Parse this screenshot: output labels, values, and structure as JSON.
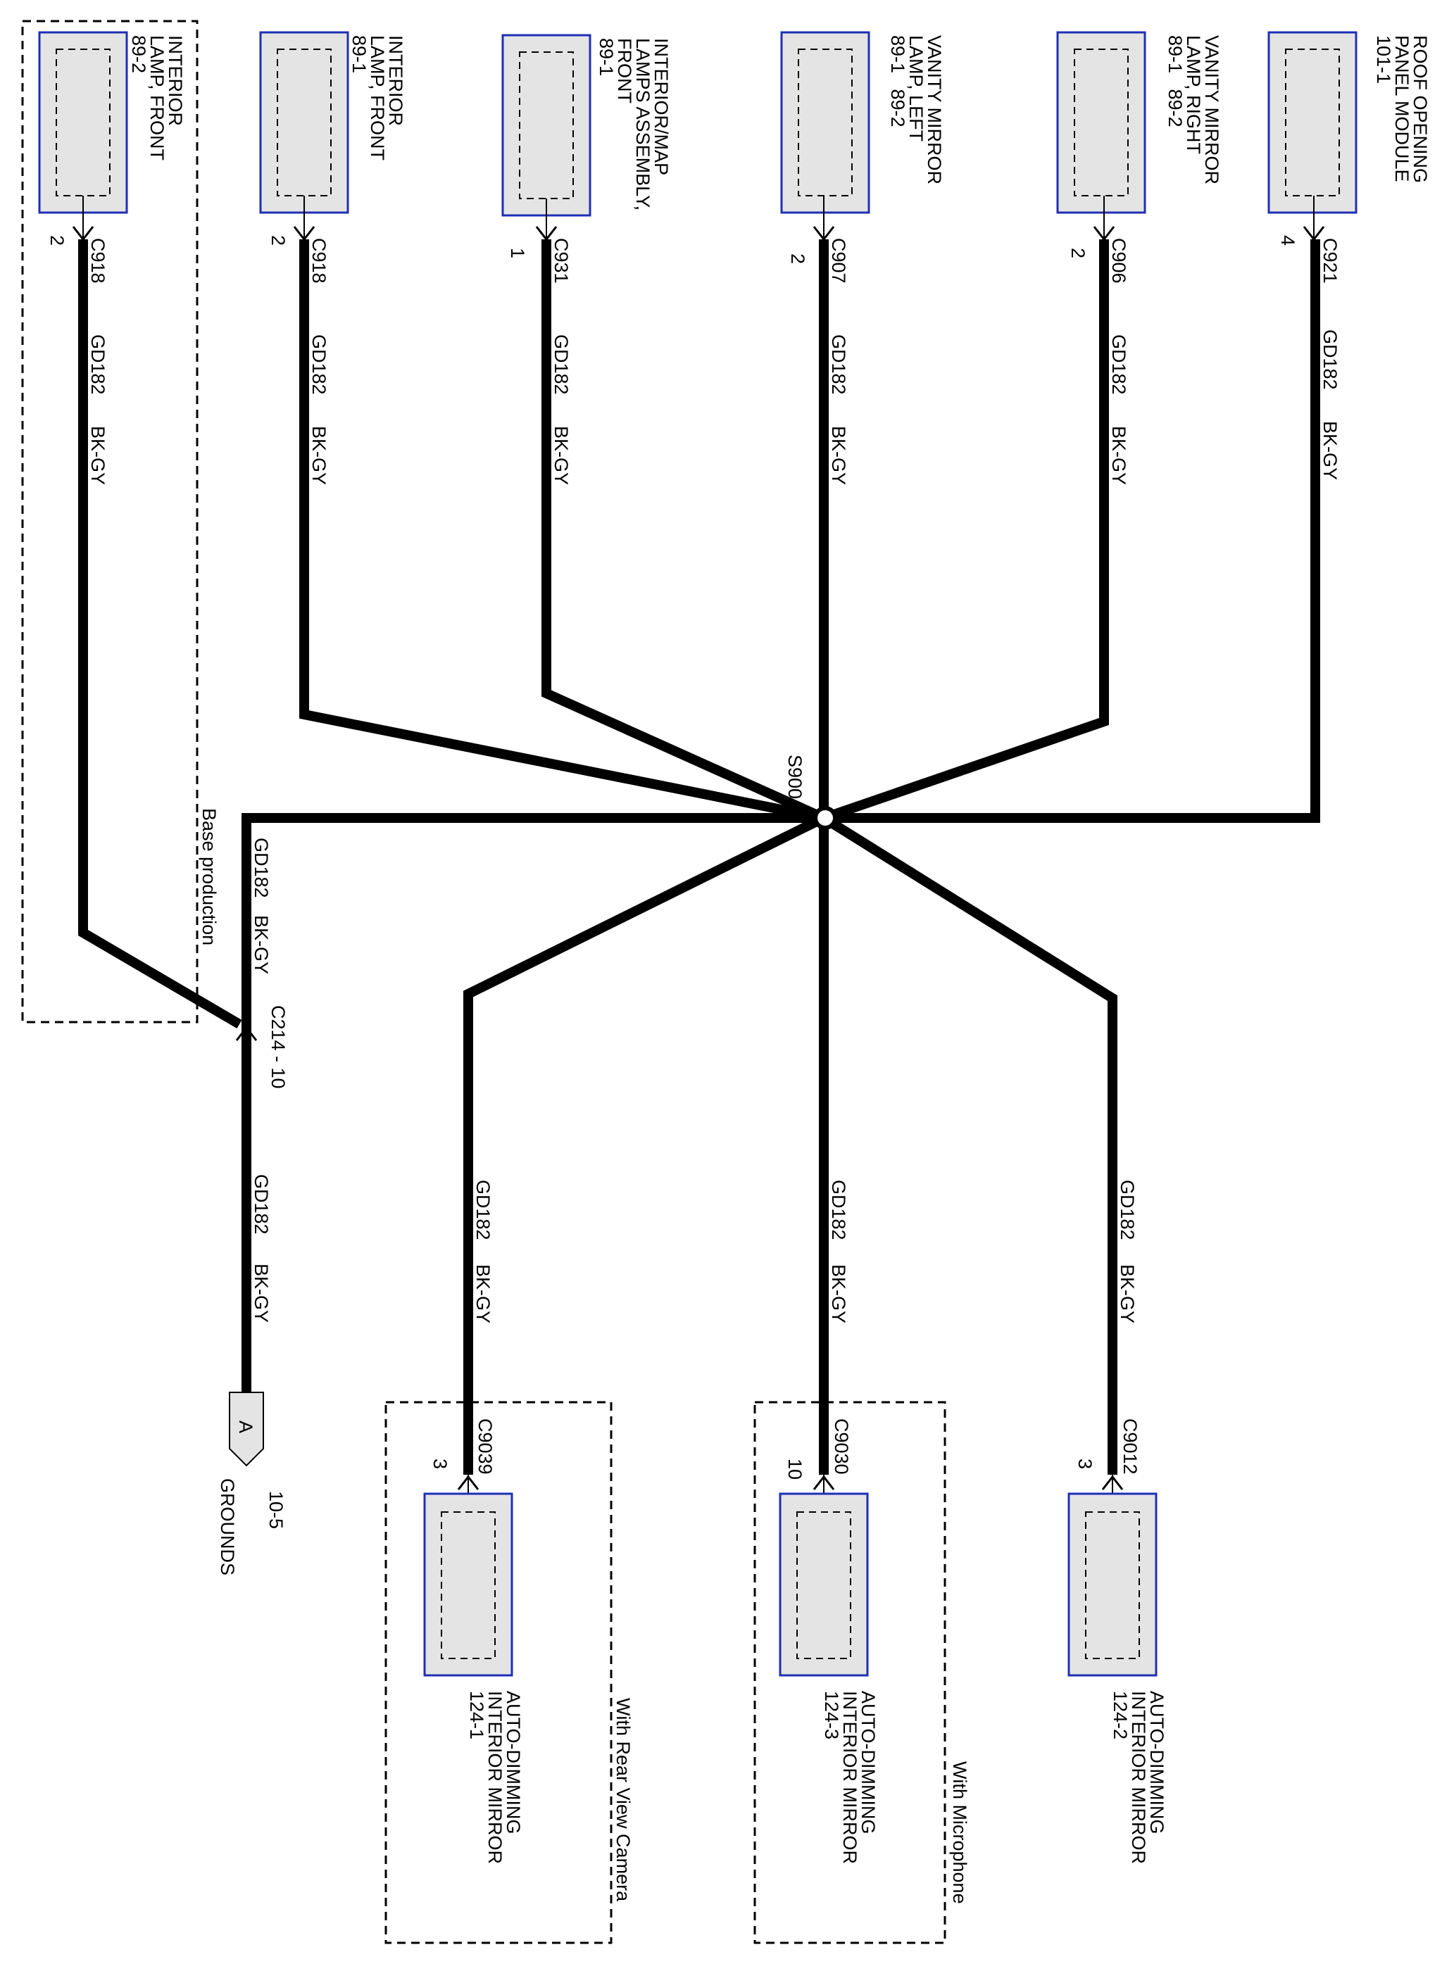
{
  "top_components": [
    {
      "id": "c1",
      "name_lines": [
        "INTERIOR",
        "LAMP, FRONT",
        "89-2"
      ],
      "pin": "2",
      "connector": "C918",
      "circuit": "GD182",
      "color": "BK-GY"
    },
    {
      "id": "c2",
      "name_lines": [
        "INTERIOR",
        "LAMP, FRONT",
        "89-1"
      ],
      "pin": "2",
      "connector": "C918",
      "circuit": "GD182",
      "color": "BK-GY"
    },
    {
      "id": "c3",
      "name_lines": [
        "INTERIOR/MAP",
        "LAMPS ASSEMBLY,",
        "FRONT",
        "89-1"
      ],
      "pin": "1",
      "connector": "C931",
      "circuit": "GD182",
      "color": "BK-GY"
    },
    {
      "id": "c4",
      "name_lines": [
        "VANITY MIRROR",
        "LAMP, LEFT",
        "89-1   89-2"
      ],
      "pin": "2",
      "connector": "C907",
      "circuit": "GD182",
      "color": "BK-GY"
    },
    {
      "id": "c5",
      "name_lines": [
        "VANITY MIRROR",
        "LAMP, RIGHT",
        "89-1   89-2"
      ],
      "pin": "2",
      "connector": "C906",
      "circuit": "GD182",
      "color": "BK-GY"
    },
    {
      "id": "c6",
      "name_lines": [
        "ROOF OPENING",
        "PANEL MODULE",
        "101-1"
      ],
      "pin": "4",
      "connector": "C921",
      "circuit": "GD182",
      "color": "BK-GY"
    }
  ],
  "bottom_components": [
    {
      "id": "m1",
      "name_lines": [
        "AUTO-DIMMING",
        "INTERIOR MIRROR",
        "124-1"
      ],
      "pin": "3",
      "connector": "C9039",
      "circuit": "GD182",
      "color": "BK-GY"
    },
    {
      "id": "m2",
      "name_lines": [
        "AUTO-DIMMING",
        "INTERIOR MIRROR",
        "124-3"
      ],
      "pin": "10",
      "connector": "C9030",
      "circuit": "GD182",
      "color": "BK-GY"
    },
    {
      "id": "m3",
      "name_lines": [
        "AUTO-DIMMING",
        "INTERIOR MIRROR",
        "124-2"
      ],
      "pin": "3",
      "connector": "C9012",
      "circuit": "GD182",
      "color": "BK-GY"
    }
  ],
  "splice": {
    "label": "S900"
  },
  "left_branch": {
    "circuit": "GD182",
    "color": "BK-GY"
  },
  "inline_connector": {
    "label": "C214 - 10"
  },
  "ground_branch": {
    "circuit": "GD182",
    "color": "BK-GY"
  },
  "ground_ref": {
    "letter": "A",
    "page": "10-5",
    "name": "GROUNDS"
  },
  "region_labels": {
    "base_production": "Base production",
    "rear_view_camera": "With Rear View Camera",
    "microphone": "With Microphone"
  }
}
